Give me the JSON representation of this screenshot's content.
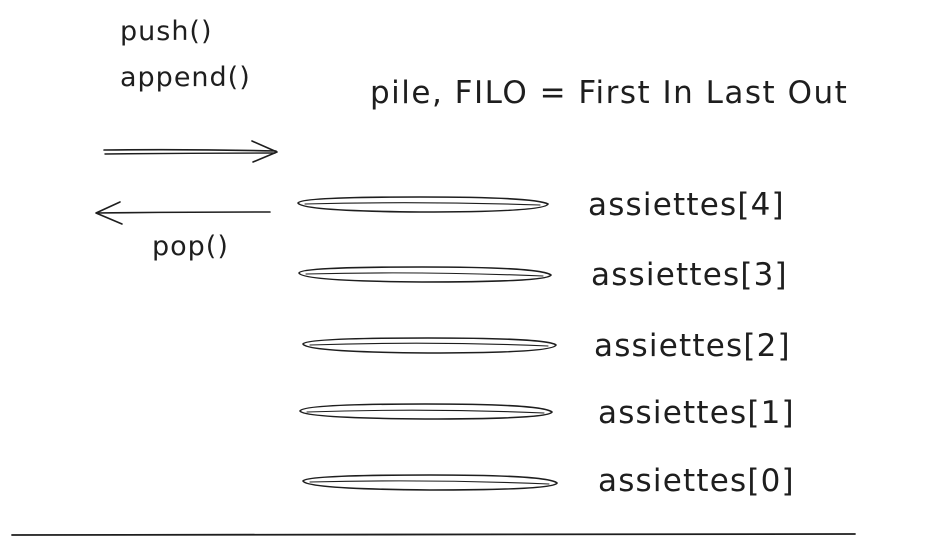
{
  "operations": {
    "push": "push()",
    "append": "append()",
    "pop": "pop()"
  },
  "title": "pile, FILO = First In Last Out",
  "plates": [
    "assiettes[4]",
    "assiettes[3]",
    "assiettes[2]",
    "assiettes[1]",
    "assiettes[0]"
  ],
  "colors": {
    "ink": "#1e1e1e",
    "background": "#ffffff"
  }
}
